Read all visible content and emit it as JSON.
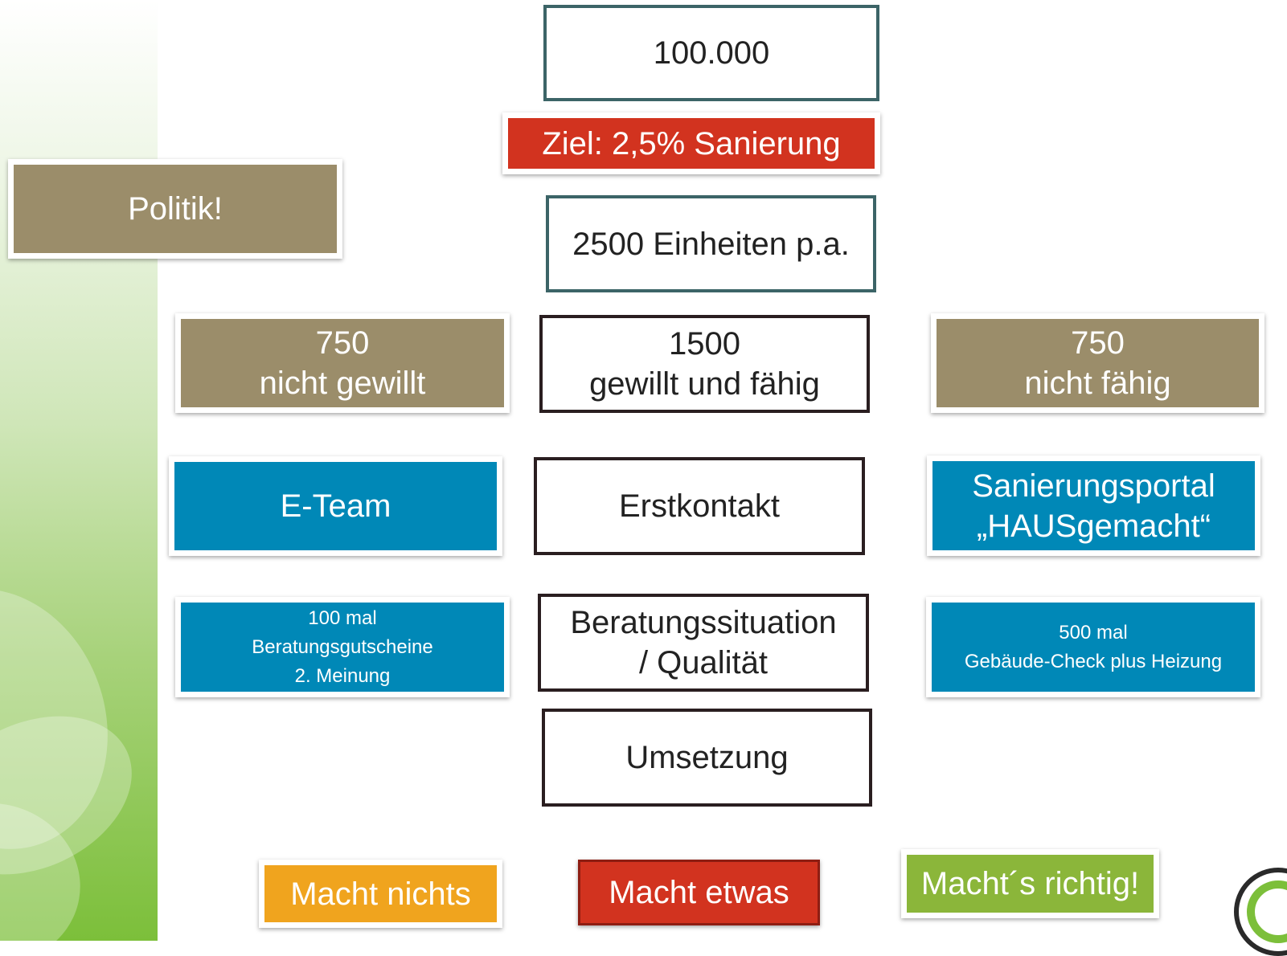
{
  "top_box": "100.000",
  "goal_box": "Ziel: 2,5% Sanierung",
  "politik_box": "Politik!",
  "units_box": "2500 Einheiten p.a.",
  "segments": {
    "left": {
      "count": "750",
      "label": "nicht gewillt"
    },
    "center": {
      "count": "1500",
      "label": "gewillt und fähig"
    },
    "right": {
      "count": "750",
      "label": "nicht fähig"
    }
  },
  "contact_row": {
    "left": "E-Team",
    "center": "Erstkontakt",
    "right_line1": "Sanierungsportal",
    "right_line2": "„HAUSgemacht“"
  },
  "advice_row": {
    "left_line1": "100 mal",
    "left_line2": "Beratungsgutscheine",
    "left_line3": "2. Meinung",
    "center_line1": "Beratungssituation",
    "center_line2": "/ Qualität",
    "right_line1": "500 mal",
    "right_line2": "Gebäude-Check plus Heizung"
  },
  "implementation_box": "Umsetzung",
  "outcomes": {
    "nothing": "Macht nichts",
    "something": "Macht etwas",
    "right": "Macht´s richtig!"
  },
  "colors": {
    "tan": "#9b8d6a",
    "blue": "#0088b7",
    "red": "#d2331f",
    "orange": "#f0a41e",
    "green": "#8bb63a",
    "teal_border": "#3c6467"
  }
}
